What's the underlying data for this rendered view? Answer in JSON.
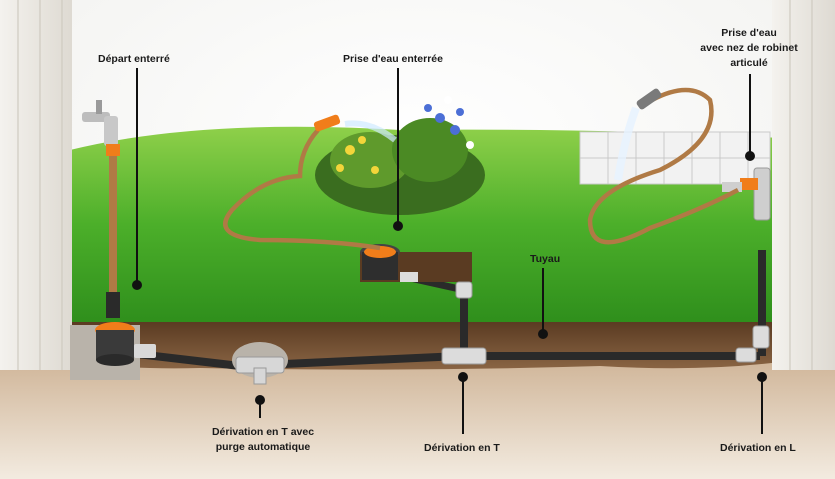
{
  "labels": {
    "depart": "Départ enterré",
    "prise_enterree": "Prise d'eau enterrée",
    "prise_nez": [
      "Prise d'eau",
      "avec nez de robinet",
      "articulé"
    ],
    "tuyau": "Tuyau",
    "derivation_t_purge": [
      "Dérivation en T avec",
      "purge automatique"
    ],
    "derivation_t": "Dérivation en T",
    "derivation_l": "Dérivation en L"
  },
  "colors": {
    "grass": "#4caf2a",
    "soil": "#6b4a2e",
    "gravel": "#d8c3a8",
    "pipe": "#2a2a2a",
    "hose": "#b07a45",
    "fitting_orange": "#f07d1a",
    "wall": "#ece9e3"
  }
}
